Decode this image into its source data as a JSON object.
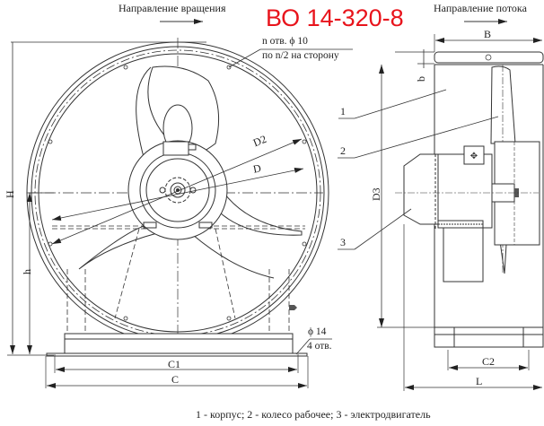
{
  "title": "ВО 14-320-8",
  "colors": {
    "title": "#e8141c",
    "line": "#333333"
  },
  "front_view": {
    "direction_label": "Направление вращения",
    "holes_note_line1": "n отв. ϕ 10",
    "holes_note_line2": "по n/2 на сторону",
    "base_holes_line1": "ϕ 14",
    "base_holes_line2": "4 отв.",
    "dimensions": {
      "H": "H",
      "h": "h",
      "D2": "D2",
      "D": "D",
      "C1": "C1",
      "C": "C"
    }
  },
  "side_view": {
    "direction_label": "Направление потока",
    "dimensions": {
      "B": "B",
      "b": "b",
      "D3": "D3",
      "C2": "C2",
      "L": "L"
    },
    "callouts": [
      "1",
      "2",
      "3"
    ]
  },
  "legend": "1 - корпус;  2 - колесо рабочее;  3 - электродвигатель"
}
